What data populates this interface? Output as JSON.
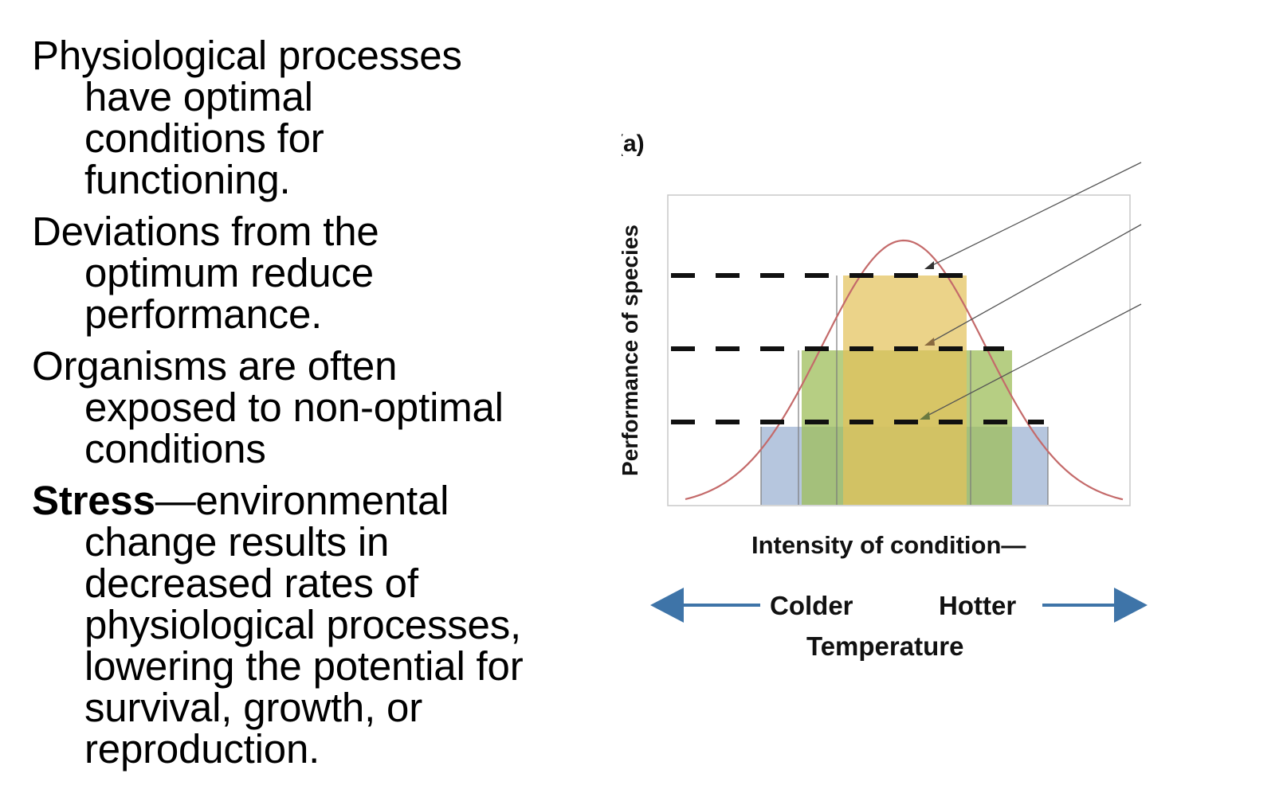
{
  "bullets": [
    {
      "bold": "",
      "text": "Physiological processes\nhave  optimal\nconditions for\nfunctioning."
    },
    {
      "bold": "",
      "text": "Deviations from the\noptimum reduce\nperformance."
    },
    {
      "bold": "",
      "text": "Organisms are often\nexposed to non-optimal\nconditions"
    },
    {
      "bold": "Stress",
      "text": "—environmental\nchange  results in\ndecreased rates of\nphysiological processes,\nlowering the potential for\nsurvival, growth, or\nreproduction."
    }
  ],
  "figure": {
    "panel_label": "(a)",
    "y_axis_label": "Performance of species",
    "x_axis_label": "Intensity of condition—",
    "left_label": "Colder",
    "right_label": "Hotter",
    "bottom_label": "Temperature",
    "colors": {
      "curve": "#c46a6a",
      "top_band": "#e3c25c",
      "middle_band": "#9ebd5a",
      "bottom_band": "#a9bcd8",
      "arrow": "#3e74a8",
      "frame": "#c8c8c8",
      "dashes": "#111111"
    }
  }
}
